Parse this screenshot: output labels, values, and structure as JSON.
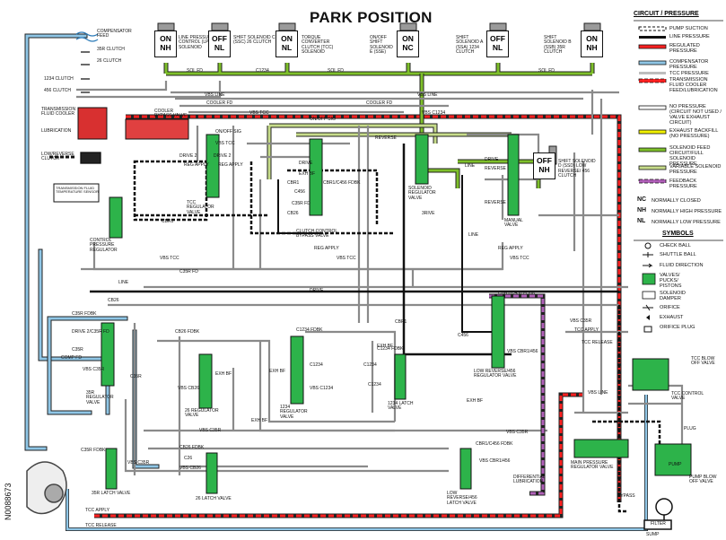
{
  "title": "PARK POSITION",
  "drawing_number": "N0088673",
  "colors": {
    "regulated": "#ff2020",
    "compensator": "#8fc6e6",
    "tcc": "#bdbdbd",
    "no_pressure": "#ffffff",
    "exhaust_backfill": "#f2f200",
    "solenoid_feed": "#7ec02a",
    "variable_solenoid": "#c7dc8a",
    "feedback": "#b060b8",
    "valve_green": "#2db34a",
    "line_black": "#111111"
  },
  "solenoids": [
    {
      "state": "ON",
      "code": "NH",
      "label": "LINE PRESSURE CONTROL (LPC) SOLENOID"
    },
    {
      "state": "OFF",
      "code": "NL",
      "label": "SHIFT SOLENOID C (SSC) 26 CLUTCH"
    },
    {
      "state": "ON",
      "code": "NL",
      "label": "TORQUE CONVERTER CLUTCH (TCC) SOLENOID"
    },
    {
      "state": "ON",
      "code": "NC",
      "label": "ON/OFF SHIFT SOLENOID E (SSE)"
    },
    {
      "state": "OFF",
      "code": "NL",
      "label": "SHIFT SOLENOID A (SSA) 1234 CLUTCH"
    },
    {
      "state": "ON",
      "code": "NH",
      "label": "SHIFT SOLENOID B (SSB) 35R CLUTCH"
    },
    {
      "state": "OFF",
      "code": "NH",
      "label": "SHIFT SOLENOID D (SSD) LOW REVERSE/ 456 CLUTCH"
    }
  ],
  "left_labels": {
    "compensator_feed": "COMPENSATOR FEED",
    "clutch_35r": "35R CLUTCH",
    "clutch_26": "26 CLUTCH",
    "clutch_1234": "1234 CLUTCH",
    "clutch_456": "456 CLUTCH",
    "trans_cooler": "TRANSMISSION FLUID COOLER",
    "lubrication": "LUBRICATION",
    "low_reverse": "LOW/REVERSE CLUTCH",
    "temp_sensor": "TRANSMISSION FLUID TEMPERATURE SENSOR"
  },
  "valves": {
    "cooler_bypass": "COOLER BYPASS VALVE",
    "tcc_regulator": "TCC REGULATOR VALVE",
    "clutch_control_bypass": "CLUTCH CONTROL BYPASS VALVE",
    "solenoid_regulator": "SOLENOID REGULATOR VALVE",
    "manual": "MANUAL VALVE",
    "control_pressure": "CONTROL PRESSURE REGULATOR",
    "r35_regulator": "35R REGULATOR VALVE",
    "r26_regulator": "26 REGULATOR VALVE",
    "r1234_regulator": "1234 REGULATOR VALVE",
    "latch_1234": "1234 LATCH VALVE",
    "low_rev_regulator": "LOW REVERSE/456 REGULATOR VALVE",
    "low_rev_latch": "LOW REVERSE/456 LATCH VALVE",
    "r35_latch": "35R LATCH VALVE",
    "latch_26": "26 LATCH VALVE",
    "tcc_control": "TCC CONTROL VALVE",
    "tcc_blow_off": "TCC BLOW OFF VALVE",
    "main_pressure": "MAIN PRESSURE REGULATOR VALVE",
    "pump_blow_off": "PUMP BLOW OFF VALVE",
    "diff_lube": "DIFFERENTIAL LUBRICATION"
  },
  "line_labels": {
    "sol_fd": "SOL FD",
    "c1234": "C1234",
    "vbs_line": "VBS LINE",
    "cooler_fd": "COOLER FD",
    "vbs_tcc": "VBS TCC",
    "on_off_sig": "ON/OFF SIG",
    "reverse": "REVERSE",
    "drive": "DRIVE",
    "drive2": "DRIVE 2",
    "reg_apply": "REG APPLY",
    "exh_bf": "EXH BF",
    "cbr1": "CBR1",
    "c456": "C456",
    "c35r_fd": "C35R FD",
    "line": "LINE",
    "r": "R",
    "drive_label2": "DRIVE",
    "cb26": "CB26",
    "c35r": "C35R",
    "comp_fd": "COMP FD",
    "tcc_apply": "TCC APPLY",
    "tcc_release": "TCC RELEASE",
    "sump": "SUMP",
    "filter": "FILTER",
    "pump": "PUMP",
    "plug": "PLUG",
    "bypass": "BYPASS",
    "cbr1_c456_fdbk": "CBR1/C456 FDBK",
    "c1234_fdbk": "C1234 FDBK",
    "cb26_fdbk": "CB26 FDBK",
    "c35r_fdbk": "C35R FDBK",
    "vbs_c35r": "VBS C35R",
    "vbs_cb26": "VBS CB26",
    "vbs_c1234": "VBS C1234",
    "vbs_cbr1": "VBS CBR1/456",
    "drive2_c35r": "DRIVE 2/C35R FD",
    "c26": "C26",
    "cb26b": "CB26",
    "drive3": "DRIVE",
    "vbs_line2": "VBS LINE",
    "vbs_tcc2": "VBS TCC",
    "three_rive": "3RIVE",
    "reg_apply2": "REG APPLY"
  },
  "legend": {
    "title": "CIRCUIT / PRESSURE",
    "items": [
      "PUMP SUCTION",
      "LINE PRESSURE",
      "REGULATED PRESSURE",
      "COMPENSATOR PRESSURE",
      "TCC PRESSURE",
      "TRANSMISSION FLUID COOLER FEED/LUBRICATION",
      "NO PRESSURE (CIRCUIT NOT USED / VALVE EXHAUST CIRCUIT)",
      "EXHAUST BACKFILL (NO PRESSURE)",
      "SOLENOID FEED CIRCUIT/FULL SOLENOID PRESSURE",
      "VARIABLE SOLENOID PRESSURE",
      "FEEDBACK PRESSURE"
    ],
    "abbrev": [
      {
        "code": "NC",
        "text": "NORMALLY CLOSED"
      },
      {
        "code": "NH",
        "text": "NORMALLY HIGH PRESSURE"
      },
      {
        "code": "NL",
        "text": "NORMALLY LOW PRESSURE"
      }
    ],
    "symbols_title": "SYMBOLS",
    "symbols": [
      "CHECK BALL",
      "SHUTTLE BALL",
      "FLUID DIRECTION",
      "VALVES/ PUCKS/ PISTONS",
      "SOLENOID DAMPER",
      "ORIFICE",
      "EXHAUST",
      "ORIFICE PLUG"
    ]
  }
}
